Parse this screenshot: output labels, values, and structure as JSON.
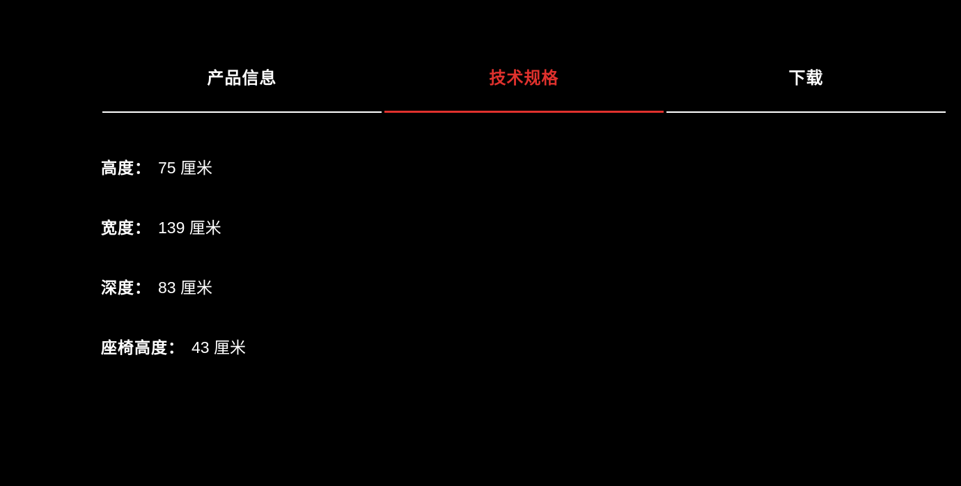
{
  "tabs": [
    {
      "label": "产品信息",
      "active": false
    },
    {
      "label": "技术规格",
      "active": true
    },
    {
      "label": "下载",
      "active": false
    }
  ],
  "specs": [
    {
      "label": "高度：",
      "value": "75 厘米"
    },
    {
      "label": "宽度：",
      "value": "139 厘米"
    },
    {
      "label": "深度：",
      "value": "83 厘米"
    },
    {
      "label": "座椅高度：",
      "value": "43 厘米"
    }
  ],
  "colors": {
    "background": "#000000",
    "text": "#ffffff",
    "accent": "#e0312d"
  }
}
